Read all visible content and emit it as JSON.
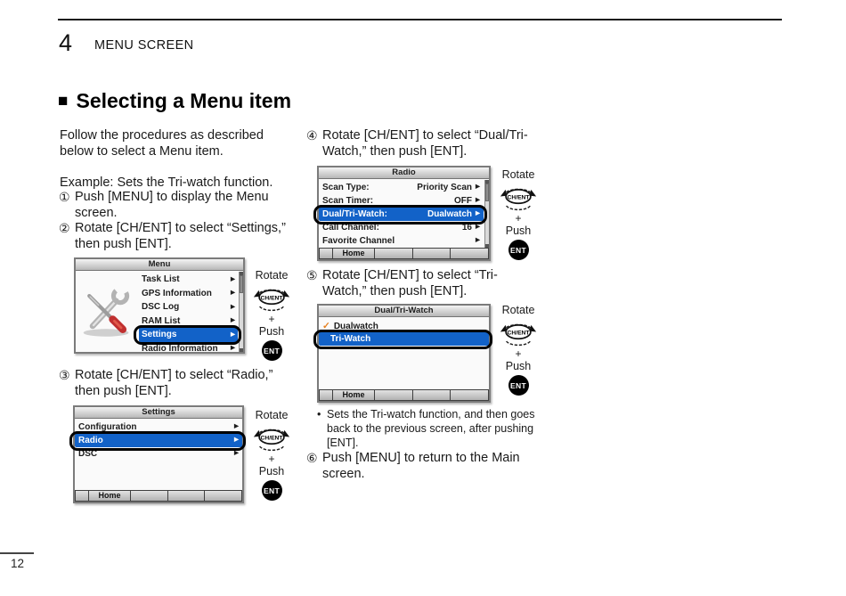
{
  "page": {
    "chapter_number": "4",
    "chapter_title": "MENU SCREEN",
    "page_number": "12"
  },
  "heading": {
    "marker": "■",
    "title": "Selecting a Menu item"
  },
  "intro": "Follow the procedures as described below to select a Menu item.",
  "example_line": "Example: Sets the Tri-watch function.",
  "steps": {
    "s1": {
      "num": "①",
      "text": "Push [MENU] to display the Menu screen."
    },
    "s2": {
      "num": "②",
      "text": "Rotate [CH/ENT] to select “Settings,” then push [ENT]."
    },
    "s3": {
      "num": "③",
      "text": "Rotate [CH/ENT] to select “Radio,” then push [ENT]."
    },
    "s4": {
      "num": "④",
      "text": "Rotate [CH/ENT] to select “Dual/Tri-Watch,” then push [ENT]."
    },
    "s5": {
      "num": "⑤",
      "text": "Rotate [CH/ENT] to select “Tri-Watch,” then push [ENT]."
    },
    "s6": {
      "num": "⑥",
      "text": "Push [MENU] to return to the Main screen."
    }
  },
  "note": {
    "bullet": "•",
    "text": "Sets the Tri-watch function, and then goes back to the previous screen, after pushing [ENT]."
  },
  "knob": {
    "rotate": "Rotate",
    "label": "CH/ENT",
    "plus": "+",
    "push": "Push",
    "ent": "ENT"
  },
  "glyphs": {
    "arrow": "▶",
    "check": "✓"
  },
  "screens": {
    "menu": {
      "title": "Menu",
      "items": [
        {
          "label": "Task List"
        },
        {
          "label": "GPS Information"
        },
        {
          "label": "DSC Log"
        },
        {
          "label": "RAM List"
        },
        {
          "label": "Settings",
          "highlighted": true
        },
        {
          "label": "Radio Information"
        }
      ]
    },
    "settings": {
      "title": "Settings",
      "items": [
        {
          "label": "Configuration"
        },
        {
          "label": "Radio",
          "highlighted": true
        },
        {
          "label": "DSC"
        }
      ],
      "softkey": "Home"
    },
    "radio": {
      "title": "Radio",
      "items": [
        {
          "label": "Scan Type:",
          "value": "Priority Scan"
        },
        {
          "label": "Scan Timer:",
          "value": "OFF"
        },
        {
          "label": "Dual/Tri-Watch:",
          "value": "Dualwatch",
          "highlighted": true
        },
        {
          "label": "Call Channel:",
          "value": "16"
        },
        {
          "label": "Favorite Channel",
          "value": ""
        }
      ],
      "softkey": "Home"
    },
    "dual": {
      "title": "Dual/Tri-Watch",
      "items": [
        {
          "label": "Dualwatch",
          "checked": true
        },
        {
          "label": "Tri-Watch",
          "highlighted": true
        }
      ],
      "softkey": "Home"
    }
  },
  "colors": {
    "highlight": "#1262c8",
    "check": "#e6801e"
  }
}
